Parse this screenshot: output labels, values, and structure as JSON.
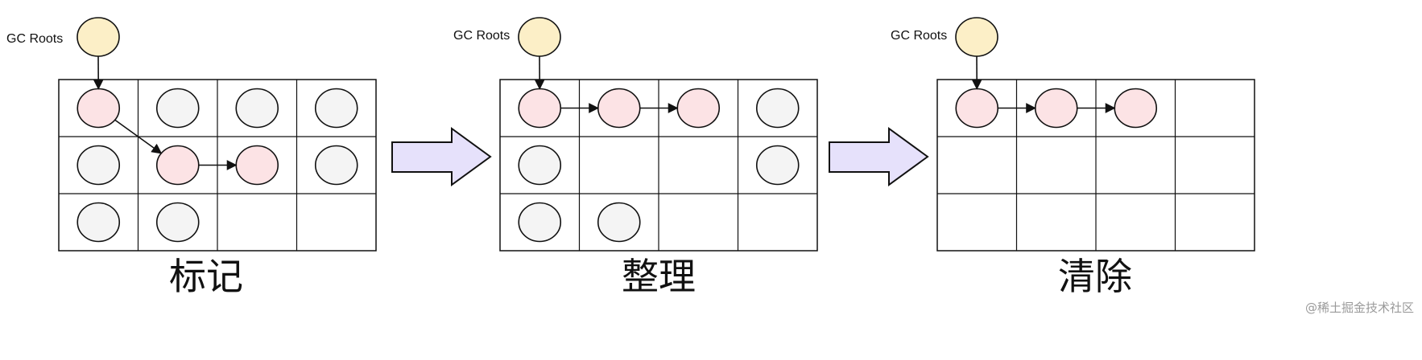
{
  "colors": {
    "root_fill": "#fcefc7",
    "live_fill": "#fce3e5",
    "dead_fill": "#f4f4f4",
    "arrow_fill": "#e6e1fb",
    "stroke": "#111111"
  },
  "panels": [
    {
      "root_label": "GC Roots",
      "stage_label": "标记",
      "grid": {
        "rows": 3,
        "cols": 4
      },
      "objects": [
        {
          "row": 0,
          "col": 0,
          "state": "live"
        },
        {
          "row": 0,
          "col": 1,
          "state": "dead"
        },
        {
          "row": 0,
          "col": 2,
          "state": "dead"
        },
        {
          "row": 0,
          "col": 3,
          "state": "dead"
        },
        {
          "row": 1,
          "col": 0,
          "state": "dead"
        },
        {
          "row": 1,
          "col": 1,
          "state": "live"
        },
        {
          "row": 1,
          "col": 2,
          "state": "live"
        },
        {
          "row": 1,
          "col": 3,
          "state": "dead"
        },
        {
          "row": 2,
          "col": 0,
          "state": "dead"
        },
        {
          "row": 2,
          "col": 1,
          "state": "dead"
        }
      ],
      "references": [
        {
          "from": "root",
          "to": [
            0,
            0
          ]
        },
        {
          "from": [
            0,
            0
          ],
          "to": [
            1,
            1
          ]
        },
        {
          "from": [
            1,
            1
          ],
          "to": [
            1,
            2
          ]
        }
      ]
    },
    {
      "root_label": "GC Roots",
      "stage_label": "整理",
      "grid": {
        "rows": 3,
        "cols": 4
      },
      "objects": [
        {
          "row": 0,
          "col": 0,
          "state": "live"
        },
        {
          "row": 0,
          "col": 1,
          "state": "live"
        },
        {
          "row": 0,
          "col": 2,
          "state": "live"
        },
        {
          "row": 0,
          "col": 3,
          "state": "dead"
        },
        {
          "row": 1,
          "col": 0,
          "state": "dead"
        },
        {
          "row": 1,
          "col": 3,
          "state": "dead"
        },
        {
          "row": 2,
          "col": 0,
          "state": "dead"
        },
        {
          "row": 2,
          "col": 1,
          "state": "dead"
        }
      ],
      "references": [
        {
          "from": "root",
          "to": [
            0,
            0
          ]
        },
        {
          "from": [
            0,
            0
          ],
          "to": [
            0,
            1
          ]
        },
        {
          "from": [
            0,
            1
          ],
          "to": [
            0,
            2
          ]
        }
      ]
    },
    {
      "root_label": "GC Roots",
      "stage_label": "清除",
      "grid": {
        "rows": 3,
        "cols": 4
      },
      "objects": [
        {
          "row": 0,
          "col": 0,
          "state": "live"
        },
        {
          "row": 0,
          "col": 1,
          "state": "live"
        },
        {
          "row": 0,
          "col": 2,
          "state": "live"
        }
      ],
      "references": [
        {
          "from": "root",
          "to": [
            0,
            0
          ]
        },
        {
          "from": [
            0,
            0
          ],
          "to": [
            0,
            1
          ]
        },
        {
          "from": [
            0,
            1
          ],
          "to": [
            0,
            2
          ]
        }
      ]
    }
  ],
  "transitions": [
    {
      "shape": "block-arrow-right"
    },
    {
      "shape": "block-arrow-right"
    }
  ],
  "watermark": "@稀土掘金技术社区"
}
